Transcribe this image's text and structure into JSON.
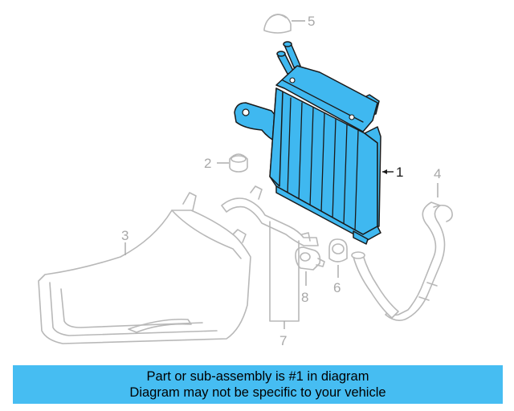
{
  "callouts": {
    "c1": "1",
    "c2": "2",
    "c3": "3",
    "c4": "4",
    "c5": "5",
    "c6": "6",
    "c7": "7",
    "c8": "8"
  },
  "highlight_part": "1",
  "colors": {
    "highlight": "#3fb8f0",
    "caption_band": "#46bdf2",
    "ghost_line": "#b8b8b8"
  },
  "caption": {
    "line1": "Part or sub-assembly is #1 in diagram",
    "line2": "Diagram may not be specific to your vehicle"
  }
}
